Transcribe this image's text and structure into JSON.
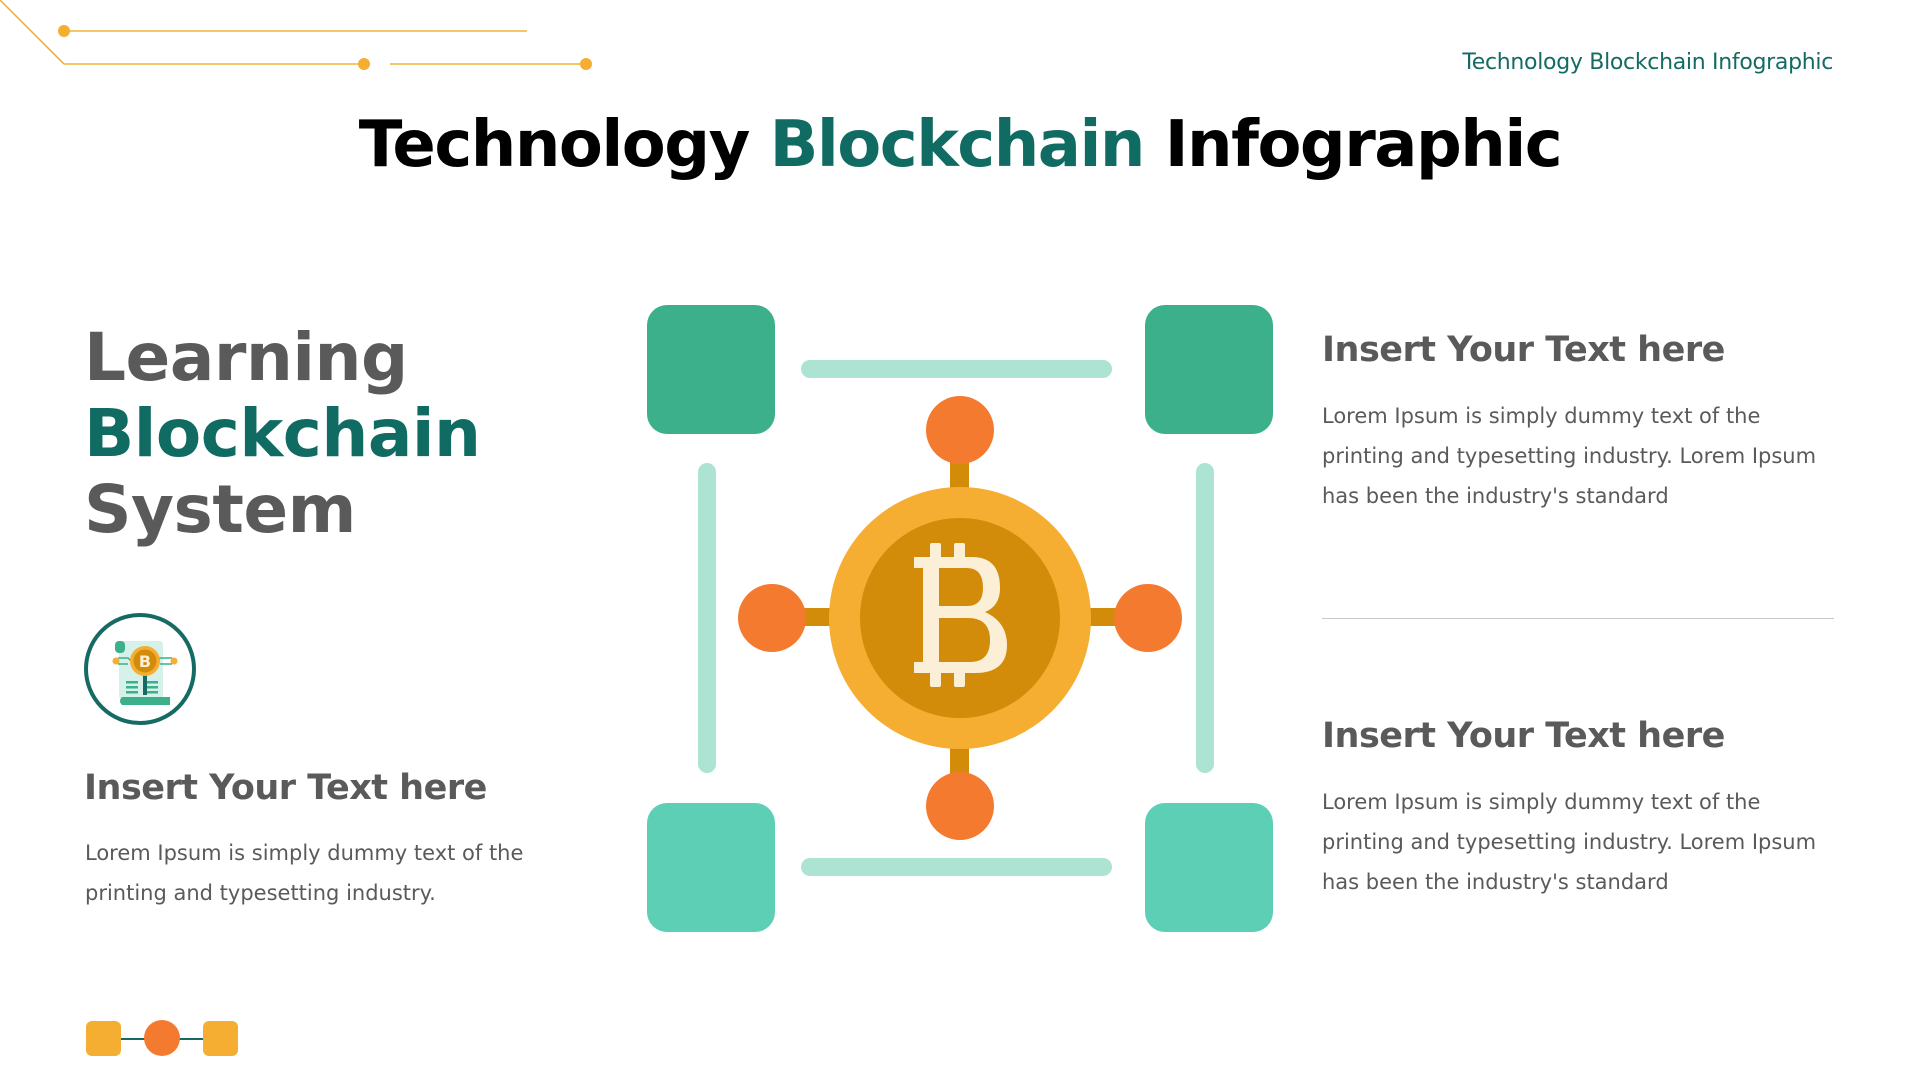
{
  "header": {
    "top_label": "Technology Blockchain Infographic",
    "title_part1": "Technology",
    "title_accent": "Blockchain",
    "title_part2": "Infographic"
  },
  "left_panel": {
    "title_line1": "Learning",
    "title_line2_accent": "Blockchain",
    "title_line3": "System",
    "icon": "bitcoin-document-icon",
    "heading": "Insert Your Text here",
    "body": "Lorem Ipsum is simply dummy text of the printing and typesetting industry."
  },
  "right_panel": {
    "blocks": [
      {
        "heading": "Insert Your Text here",
        "body": "Lorem Ipsum is simply dummy text of the printing and typesetting industry. Lorem Ipsum has been the industry's standard"
      },
      {
        "heading": "Insert Your Text here",
        "body": "Lorem Ipsum is simply dummy text of the printing and typesetting industry. Lorem Ipsum has been the industry's standard"
      }
    ]
  },
  "diagram": {
    "center_icon": "bitcoin-coin-icon",
    "center_symbol": "B",
    "nodes": [
      "top",
      "right",
      "bottom",
      "left"
    ],
    "blocks": [
      "top-left",
      "top-right",
      "bottom-left",
      "bottom-right"
    ]
  },
  "colors": {
    "accent_teal": "#106b63",
    "text_gray": "#5a5a5a",
    "block_dark_green": "#3bb08a",
    "block_light_green": "#5dcfb4",
    "connector_mint": "#ace3d3",
    "coin_outer": "#f5ae31",
    "coin_inner": "#d38b0a",
    "node_orange": "#f47a30",
    "symbol_cream": "#fcefd8",
    "decor_gold": "#f0b23a"
  }
}
